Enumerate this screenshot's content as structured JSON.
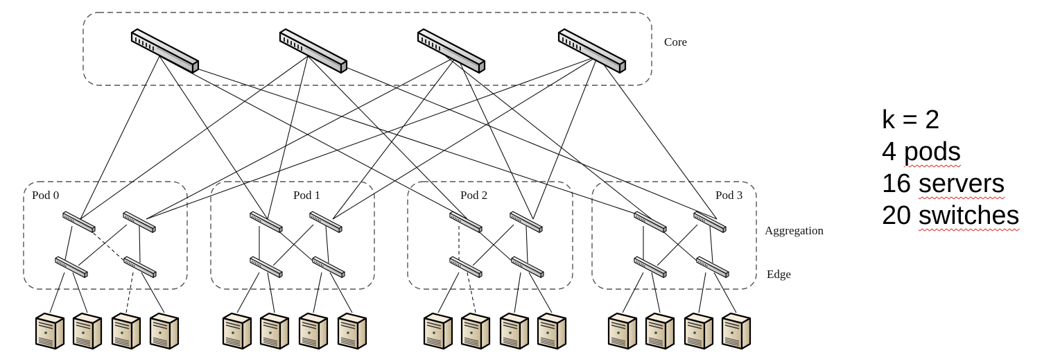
{
  "diagram": {
    "title": "Fat-tree data center topology",
    "layers": {
      "core_label": "Core",
      "aggregation_label": "Aggregation",
      "edge_label": "Edge"
    },
    "core_switches": [
      "core-0",
      "core-1",
      "core-2",
      "core-3"
    ],
    "pods": [
      {
        "label": "Pod 0",
        "aggregation": [
          "agg-0-0",
          "agg-0-1"
        ],
        "edge": [
          "edge-0-0",
          "edge-0-1"
        ],
        "servers": [
          "srv-0-0",
          "srv-0-1",
          "srv-0-2",
          "srv-0-3"
        ]
      },
      {
        "label": "Pod 1",
        "aggregation": [
          "agg-1-0",
          "agg-1-1"
        ],
        "edge": [
          "edge-1-0",
          "edge-1-1"
        ],
        "servers": [
          "srv-1-0",
          "srv-1-1",
          "srv-1-2",
          "srv-1-3"
        ]
      },
      {
        "label": "Pod 2",
        "aggregation": [
          "agg-2-0",
          "agg-2-1"
        ],
        "edge": [
          "edge-2-0",
          "edge-2-1"
        ],
        "servers": [
          "srv-2-0",
          "srv-2-1",
          "srv-2-2",
          "srv-2-3"
        ]
      },
      {
        "label": "Pod 3",
        "aggregation": [
          "agg-3-0",
          "agg-3-1"
        ],
        "edge": [
          "edge-3-0",
          "edge-3-1"
        ],
        "servers": [
          "srv-3-0",
          "srv-3-1",
          "srv-3-2",
          "srv-3-3"
        ]
      }
    ],
    "core_links": [
      {
        "core": 0,
        "pod": 0,
        "agg": 0
      },
      {
        "core": 0,
        "pod": 1,
        "agg": 0
      },
      {
        "core": 0,
        "pod": 2,
        "agg": 0
      },
      {
        "core": 0,
        "pod": 3,
        "agg": 0
      },
      {
        "core": 1,
        "pod": 0,
        "agg": 0
      },
      {
        "core": 1,
        "pod": 1,
        "agg": 0
      },
      {
        "core": 1,
        "pod": 2,
        "agg": 0
      },
      {
        "core": 1,
        "pod": 3,
        "agg": 1
      },
      {
        "core": 2,
        "pod": 0,
        "agg": 1
      },
      {
        "core": 2,
        "pod": 1,
        "agg": 1
      },
      {
        "core": 2,
        "pod": 2,
        "agg": 1
      },
      {
        "core": 2,
        "pod": 3,
        "agg": 0
      },
      {
        "core": 3,
        "pod": 0,
        "agg": 1
      },
      {
        "core": 3,
        "pod": 1,
        "agg": 1
      },
      {
        "core": 3,
        "pod": 2,
        "agg": 1
      },
      {
        "core": 3,
        "pod": 3,
        "agg": 1
      }
    ],
    "dashed_links": [
      {
        "pod": 0,
        "from": "agg-0",
        "to": "edge-1"
      },
      {
        "pod": 0,
        "from": "edge-1",
        "to": "server-2"
      },
      {
        "pod": 2,
        "from": "agg-0",
        "to": "edge-0"
      },
      {
        "pod": 2,
        "from": "edge-0",
        "to": "server-1"
      }
    ]
  },
  "side_panel": {
    "lines": [
      {
        "text": "k = 2",
        "misspelled": false
      },
      {
        "prefix": "4 ",
        "word": "pods"
      },
      {
        "prefix": "16 ",
        "word": "servers"
      },
      {
        "prefix": "20 ",
        "word": "switches"
      }
    ],
    "k_line": "k = 2",
    "pods_count": "4 ",
    "pods_word": "pods",
    "servers_count": "16 ",
    "servers_word": "servers",
    "switches_count": "20 ",
    "switches_word": "switches"
  }
}
